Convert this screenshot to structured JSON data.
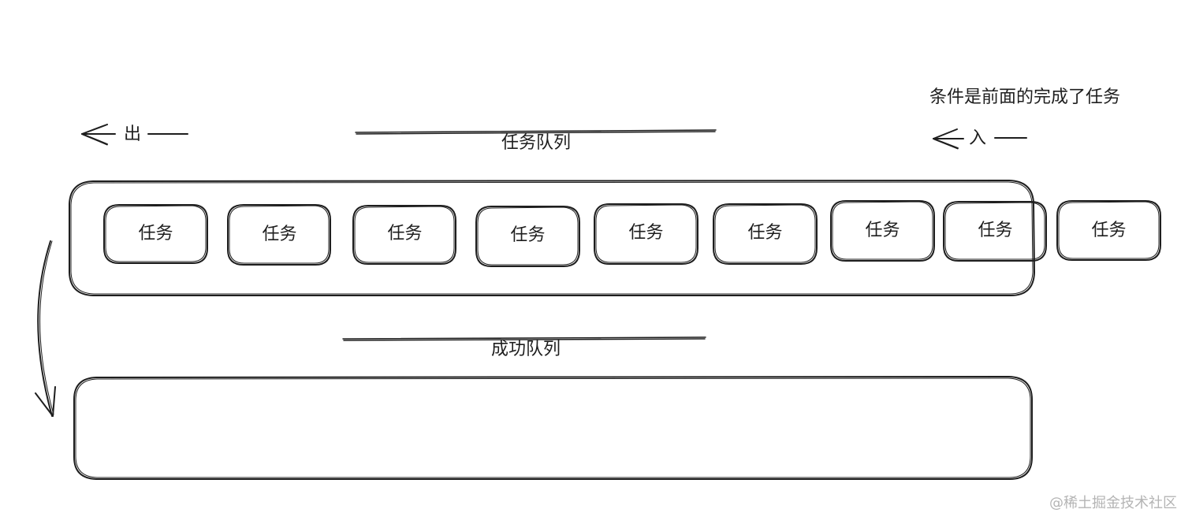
{
  "labels": {
    "condition_note": "条件是前面的完成了任务",
    "out_arrow": "出",
    "in_arrow": "入",
    "task_queue": "任务队列",
    "success_queue": "成功队列"
  },
  "tasks": [
    {
      "label": "任务"
    },
    {
      "label": "任务"
    },
    {
      "label": "任务"
    },
    {
      "label": "任务"
    },
    {
      "label": "任务"
    },
    {
      "label": "任务"
    },
    {
      "label": "任务"
    },
    {
      "label": "任务"
    },
    {
      "label": "任务"
    }
  ],
  "watermark": "@稀土掘金技术社区",
  "colors": {
    "stroke": "#1e1e1e",
    "background": "#ffffff",
    "watermark": "#b4b4b4"
  }
}
